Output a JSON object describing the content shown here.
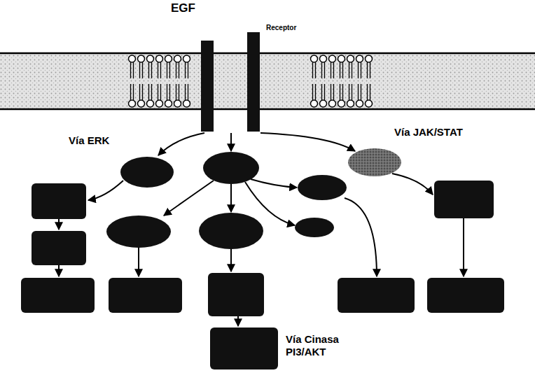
{
  "diagram": {
    "labels": [
      "EGF",
      "Receptor",
      "Vía ERK",
      "Vía JAK/STAT",
      "Vía Cinasa PI3/AKT"
    ]
  }
}
